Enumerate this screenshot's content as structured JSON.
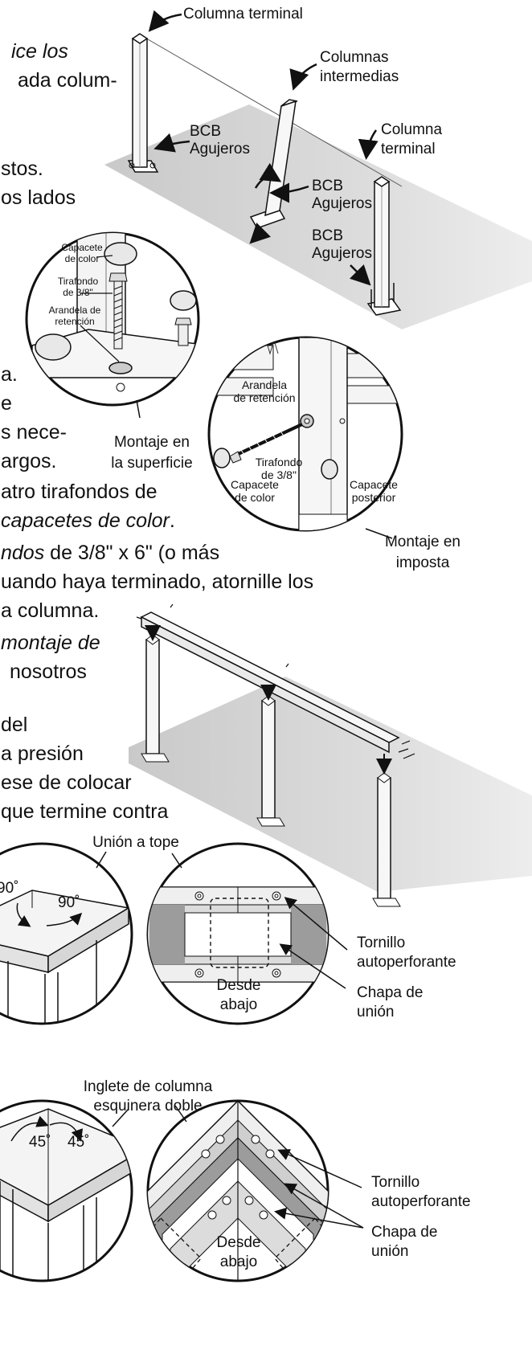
{
  "text_lines": [
    "ice los",
    "ada colum-",
    "stos.",
    "os lados",
    "a.",
    "e",
    "s nece-",
    "argos.",
    "atro tirafondos de",
    "capacetes de color",
    ".",
    "ndos",
    " de 3/8\" x 6\" (o más",
    "uando haya terminado, atornille los",
    "a columna.",
    "montaje de",
    "nosotros",
    "del",
    "a presión",
    "ese de colocar",
    "que termine contra"
  ],
  "fig1": {
    "columna_terminal_top": "Columna terminal",
    "columnas_intermedias": [
      "Columnas",
      "intermedias"
    ],
    "columna_terminal_right": [
      "Columna",
      "terminal"
    ],
    "bcb_left": [
      "BCB",
      "Agujeros"
    ],
    "bcb_mid": [
      "BCB",
      "Agujeros"
    ],
    "bcb_right": [
      "BCB",
      "Agujeros"
    ]
  },
  "detail_surface": {
    "capacete": [
      "Capacete",
      "de color"
    ],
    "tirafondo": [
      "Tirafondo",
      "de 3/8\""
    ],
    "arandela": [
      "Arandela de",
      "retención"
    ],
    "caption": [
      "Montaje en",
      "la superficie"
    ]
  },
  "detail_fascia": {
    "arandela": [
      "Arandela",
      "de retención"
    ],
    "tirafondo": [
      "Tirafondo",
      "de 3/8\""
    ],
    "capacete": [
      "Capacete",
      "de color"
    ],
    "capacete_posterior": [
      "Capacete",
      "posterior"
    ],
    "caption": [
      "Montaje en",
      "imposta"
    ]
  },
  "joint_butt": {
    "title": "Unión a tope",
    "angle_left": "90˚",
    "angle_right": "90˚",
    "view": [
      "Desde",
      "abajo"
    ],
    "screw": [
      "Tornillo",
      "autoperforante"
    ],
    "plate": [
      "Chapa de",
      "unión"
    ]
  },
  "joint_miter": {
    "title": [
      "Inglete de columna",
      "esquinera doble"
    ],
    "angle_left": "45˚",
    "angle_right": "45˚",
    "view": [
      "Desde",
      "abajo"
    ],
    "screw": [
      "Tornillo",
      "autoperforante"
    ],
    "plate": [
      "Chapa de",
      "unión"
    ]
  },
  "colors": {
    "ink": "#111111",
    "ground": "#d9d9d9",
    "ground_dark": "#c4c4c4",
    "plate": "#a9a9a9",
    "post": "#f4f4f4"
  }
}
